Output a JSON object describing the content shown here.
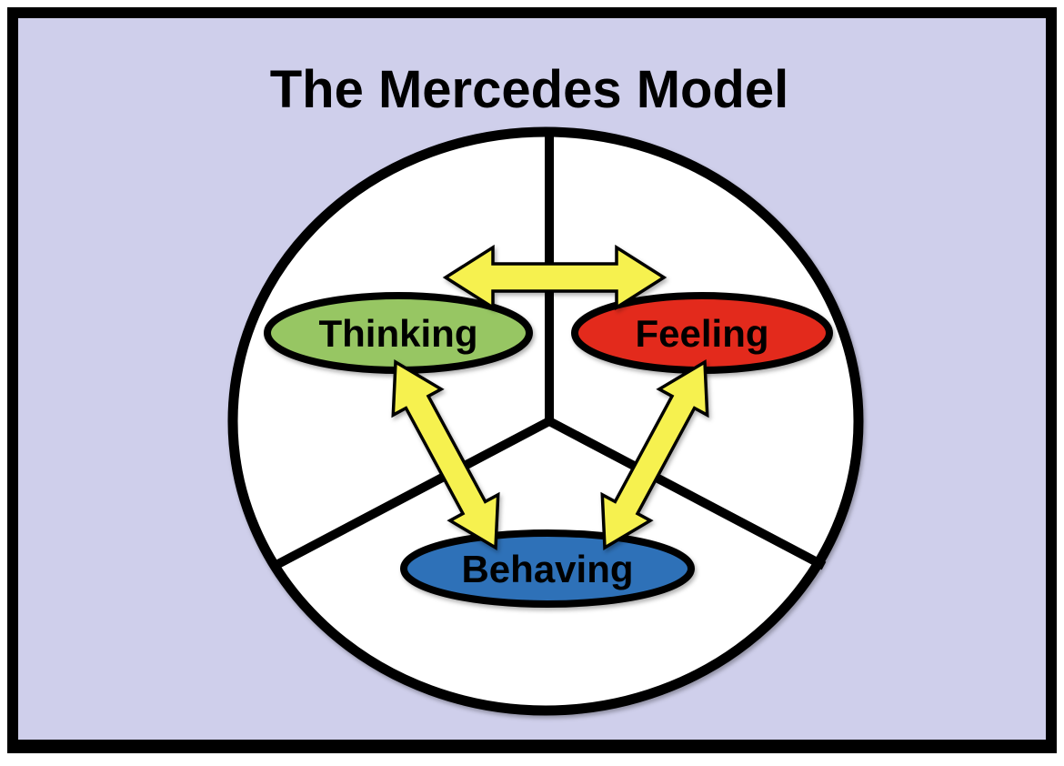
{
  "title": "The Mercedes Model",
  "colors": {
    "page_margin": "#ffffff",
    "frame": "#000000",
    "background": "#cfcfeb",
    "circle_fill": "#ffffff",
    "line": "#000000",
    "arrow": "#f6f150",
    "label_text": "#000000"
  },
  "nodes": [
    {
      "id": "thinking",
      "label": "Thinking",
      "color": "#97c663"
    },
    {
      "id": "feeling",
      "label": "Feeling",
      "color": "#e32b1e"
    },
    {
      "id": "behaving",
      "label": "Behaving",
      "color": "#2e71b8"
    }
  ],
  "connections": [
    {
      "from": "Thinking",
      "to": "Feeling",
      "style": "double-arrow",
      "bidirectional": true
    },
    {
      "from": "Thinking",
      "to": "Behaving",
      "style": "double-arrow",
      "bidirectional": true
    },
    {
      "from": "Feeling",
      "to": "Behaving",
      "style": "double-arrow",
      "bidirectional": true
    }
  ]
}
